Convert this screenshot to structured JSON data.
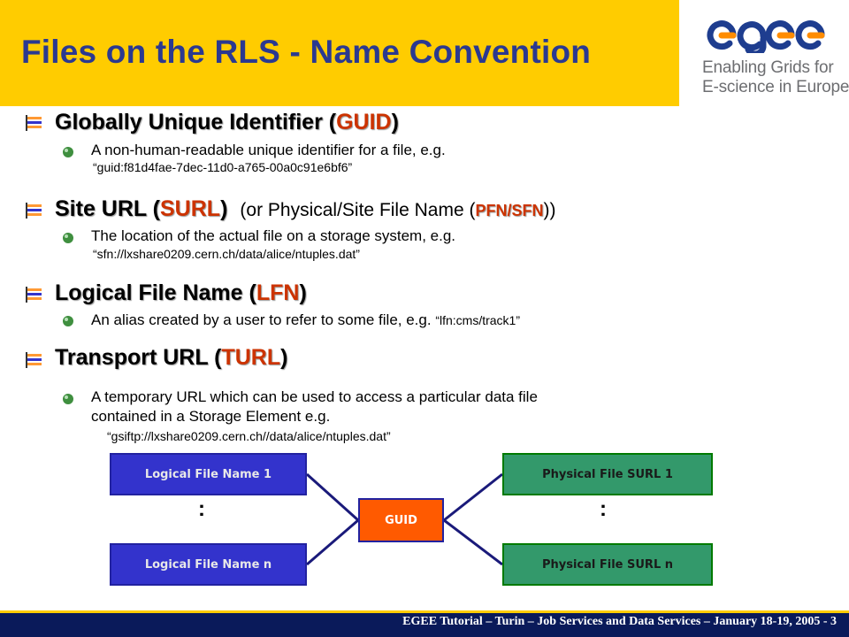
{
  "title": "Files on the RLS - Name Convention",
  "logo": {
    "wordmark": "egee",
    "line1": "Enabling Grids for",
    "line2": "E-science in Europe"
  },
  "sections": {
    "guid": {
      "heading_pre": "Globally Unique Identifier (",
      "acronym": "GUID",
      "heading_post": ")",
      "text": "A non-human-readable unique identifier for a file, e.g.",
      "example": "“guid:f81d4fae-7dec-11d0-a765-00a0c91e6bf6”"
    },
    "surl": {
      "heading_pre": "Site URL (",
      "acronym": "SURL",
      "heading_post": ")",
      "note_pre": "(or Physical/Site File Name (",
      "note_acronym": "PFN/SFN",
      "note_post": "))",
      "text": "The location of the actual file on a storage system, e.g.",
      "example": "“sfn://lxshare0209.cern.ch/data/alice/ntuples.dat”"
    },
    "lfn": {
      "heading_pre": "Logical File Name (",
      "acronym": "LFN",
      "heading_post": ")",
      "text": "An alias created by a user to refer to some file, e.g.",
      "example": "“lfn:cms/track1”"
    },
    "turl": {
      "heading_pre": "Transport URL (",
      "acronym": "TURL",
      "heading_post": ")",
      "text_line1": "A temporary URL which can be used to access a particular data file",
      "text_line2": "contained in a Storage Element e.g.",
      "example": "“gsiftp://lxshare0209.cern.ch//data/alice/ntuples.dat”"
    }
  },
  "diagram": {
    "lfn_first": "Logical File Name 1",
    "lfn_last": "Logical File Name n",
    "guid": "GUID",
    "pfn_first": "Physical File SURL 1",
    "pfn_last": "Physical File SURL n",
    "ellipsis": ":"
  },
  "footer": {
    "text": "EGEE Tutorial  – Turin – Job Services and Data Services – January 18-19, 2005  - 3"
  },
  "colors": {
    "title_band": "#ffcc00",
    "title_text": "#2b3990",
    "acronym": "#cc3300",
    "lfn_box": "#3333cc",
    "guid_box": "#ff5a00",
    "pfn_box": "#33996b",
    "footer": "#0a1a5a"
  }
}
